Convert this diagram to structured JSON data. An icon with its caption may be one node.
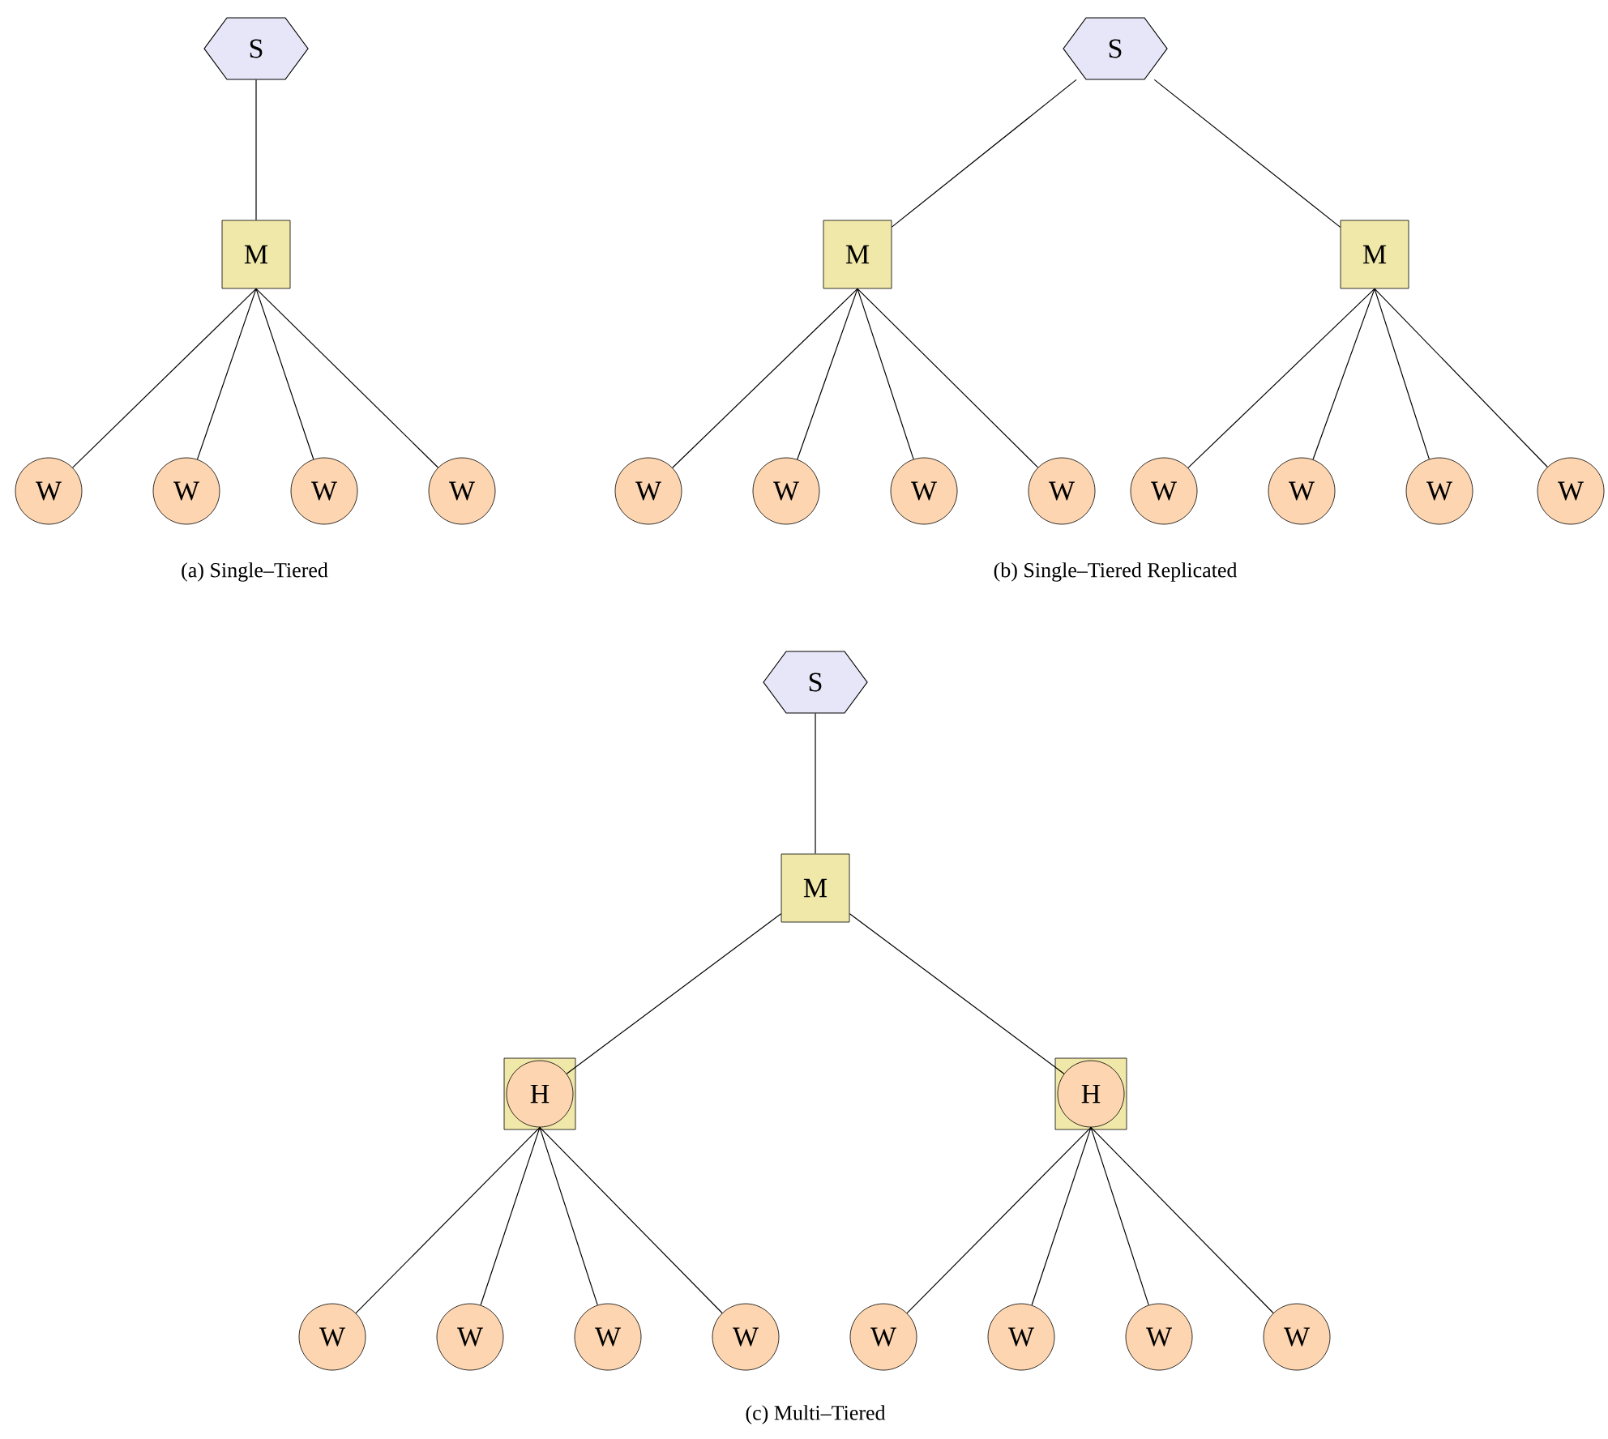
{
  "diagram": {
    "nodes": [
      {
        "text": [
          "S"
        ]
      },
      {
        "text": [
          "M"
        ]
      },
      {
        "text": [
          "W"
        ]
      },
      {
        "text": [
          "W"
        ]
      },
      {
        "text": [
          "W"
        ]
      },
      {
        "text": [
          "W"
        ]
      },
      {
        "text": [
          "S"
        ]
      },
      {
        "text": [
          "M"
        ]
      },
      {
        "text": [
          "M"
        ]
      },
      {
        "text": [
          "W"
        ]
      },
      {
        "text": [
          "W"
        ]
      },
      {
        "text": [
          "W"
        ]
      },
      {
        "text": [
          "W"
        ]
      },
      {
        "text": [
          "W"
        ]
      },
      {
        "text": [
          "W"
        ]
      },
      {
        "text": [
          "W"
        ]
      },
      {
        "text": [
          "W"
        ]
      },
      {
        "text": [
          "S"
        ]
      },
      {
        "text": [
          "M"
        ]
      },
      {
        "text": [],
        "shape": "box"
      },
      {
        "text": [
          "H"
        ],
        "in": 19
      },
      {
        "text": [],
        "shape": "box"
      },
      {
        "text": [
          "H"
        ],
        "in": 21
      },
      {
        "text": [
          "W"
        ]
      },
      {
        "text": [
          "W"
        ]
      },
      {
        "text": [
          "W"
        ]
      },
      {
        "text": [
          "W"
        ]
      },
      {
        "text": [
          "W"
        ]
      },
      {
        "text": [
          "W"
        ]
      },
      {
        "text": [
          "W"
        ]
      },
      {
        "text": [
          "W"
        ]
      }
    ],
    "edges": [
      {
        "from": 0,
        "to": 1,
        "arrow": "none"
      },
      {
        "from": 1,
        "to": 2,
        "arrow": "none"
      },
      {
        "from": 1,
        "to": 3,
        "arrow": "none"
      },
      {
        "from": 1,
        "to": 4,
        "arrow": "none"
      },
      {
        "from": 1,
        "to": 5,
        "arrow": "none"
      },
      {
        "from": 6,
        "to": 7,
        "arrow": "none"
      },
      {
        "from": 6,
        "to": 8,
        "arrow": "none"
      },
      {
        "from": 7,
        "to": 9,
        "arrow": "none"
      },
      {
        "from": 7,
        "to": 10,
        "arrow": "none"
      },
      {
        "from": 7,
        "to": 11,
        "arrow": "none"
      },
      {
        "from": 7,
        "to": 12,
        "arrow": "none"
      },
      {
        "from": 8,
        "to": 13,
        "arrow": "none"
      },
      {
        "from": 8,
        "to": 14,
        "arrow": "none"
      },
      {
        "from": 8,
        "to": 15,
        "arrow": "none"
      },
      {
        "from": 8,
        "to": 16,
        "arrow": "none"
      },
      {
        "from": 17,
        "to": 18,
        "arrow": "none"
      },
      {
        "from": 18,
        "to": 20,
        "arrow": "none"
      },
      {
        "from": 18,
        "to": 22,
        "arrow": "none"
      },
      {
        "from": 20,
        "to": 23,
        "arrow": "none"
      },
      {
        "from": 20,
        "to": 24,
        "arrow": "none"
      },
      {
        "from": 20,
        "to": 25,
        "arrow": "none"
      },
      {
        "from": 20,
        "to": 26,
        "arrow": "none"
      },
      {
        "from": 22,
        "to": 27,
        "arrow": "none"
      },
      {
        "from": 22,
        "to": 28,
        "arrow": "none"
      },
      {
        "from": 22,
        "to": 29,
        "arrow": "none"
      },
      {
        "from": 22,
        "to": 30,
        "arrow": "none"
      }
    ],
    "labels": [
      "(a) Single–Tiered",
      "(b) Single–Tiered Replicated",
      "(c) Multi–Tiered"
    ]
  }
}
